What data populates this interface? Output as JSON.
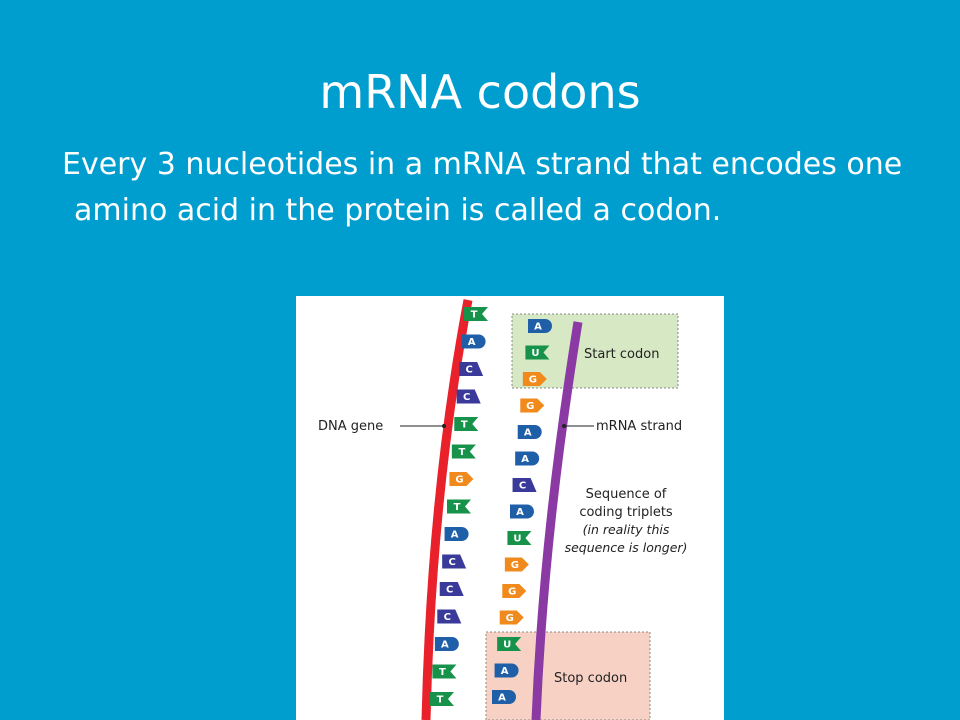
{
  "slide": {
    "title": "mRNA codons",
    "body": "Every 3 nucleotides in a mRNA strand that encodes one amino acid in the protein is called a codon."
  },
  "figure": {
    "labels": {
      "dna_gene": "DNA gene",
      "mrna_strand": "mRNA strand",
      "start_codon": "Start codon",
      "stop_codon": "Stop codon",
      "sequence_line1": "Sequence of",
      "sequence_line2": "coding triplets",
      "sequence_note_line1": "(in reality this",
      "sequence_note_line2": "sequence is longer)"
    },
    "dna_bases": [
      "T",
      "A",
      "C",
      "C",
      "T",
      "T",
      "G",
      "T",
      "A",
      "C",
      "C",
      "C",
      "A",
      "T",
      "T"
    ],
    "mrna_bases": [
      "A",
      "U",
      "G",
      "G",
      "A",
      "A",
      "C",
      "A",
      "U",
      "G",
      "G",
      "G",
      "U",
      "A",
      "A"
    ],
    "colors": {
      "background": "#009ecf",
      "dna_strand": "#e8212b",
      "mrna_strand": "#8b3aa3",
      "A": "#1f5fa8",
      "T": "#17924a",
      "U": "#17924a",
      "C": "#3a3a9a",
      "G": "#f08a1c",
      "start_box": "#d7e8c4",
      "stop_box": "#f7d2c4"
    }
  }
}
